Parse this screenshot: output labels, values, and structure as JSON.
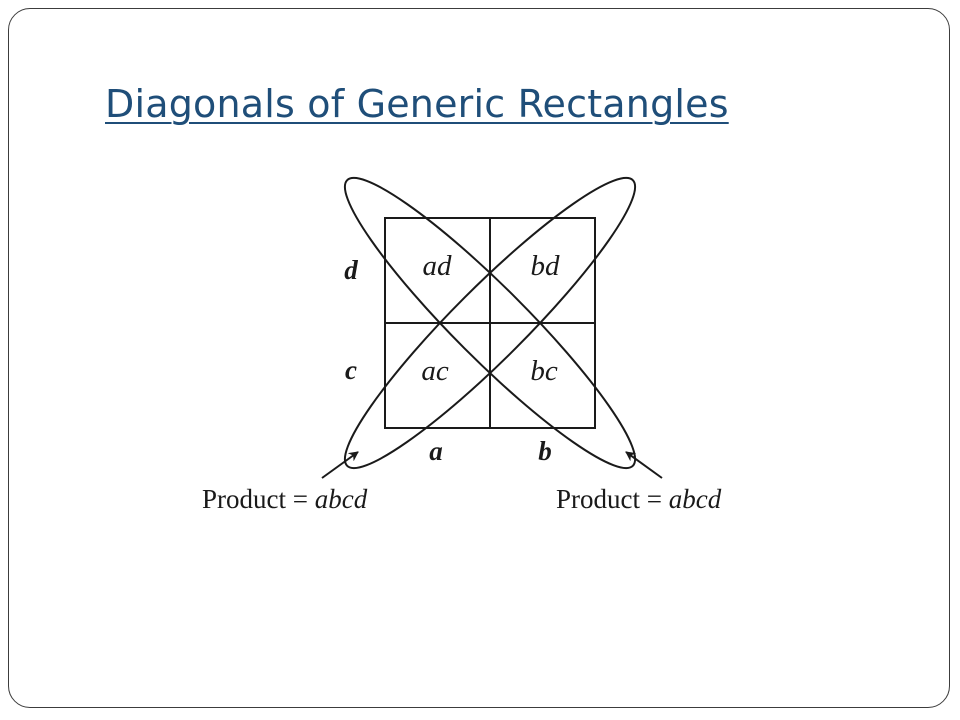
{
  "slide": {
    "title": "Diagonals of Generic Rectangles"
  },
  "diagram": {
    "cells": {
      "top_left": "ad",
      "top_right": "bd",
      "bottom_left": "ac",
      "bottom_right": "bc"
    },
    "side_labels": {
      "top_row": "d",
      "bottom_row": "c",
      "left_col": "a",
      "right_col": "b"
    },
    "products": {
      "left": {
        "prefix": "Product = ",
        "value": "abcd"
      },
      "right": {
        "prefix": "Product = ",
        "value": "abcd"
      }
    }
  }
}
